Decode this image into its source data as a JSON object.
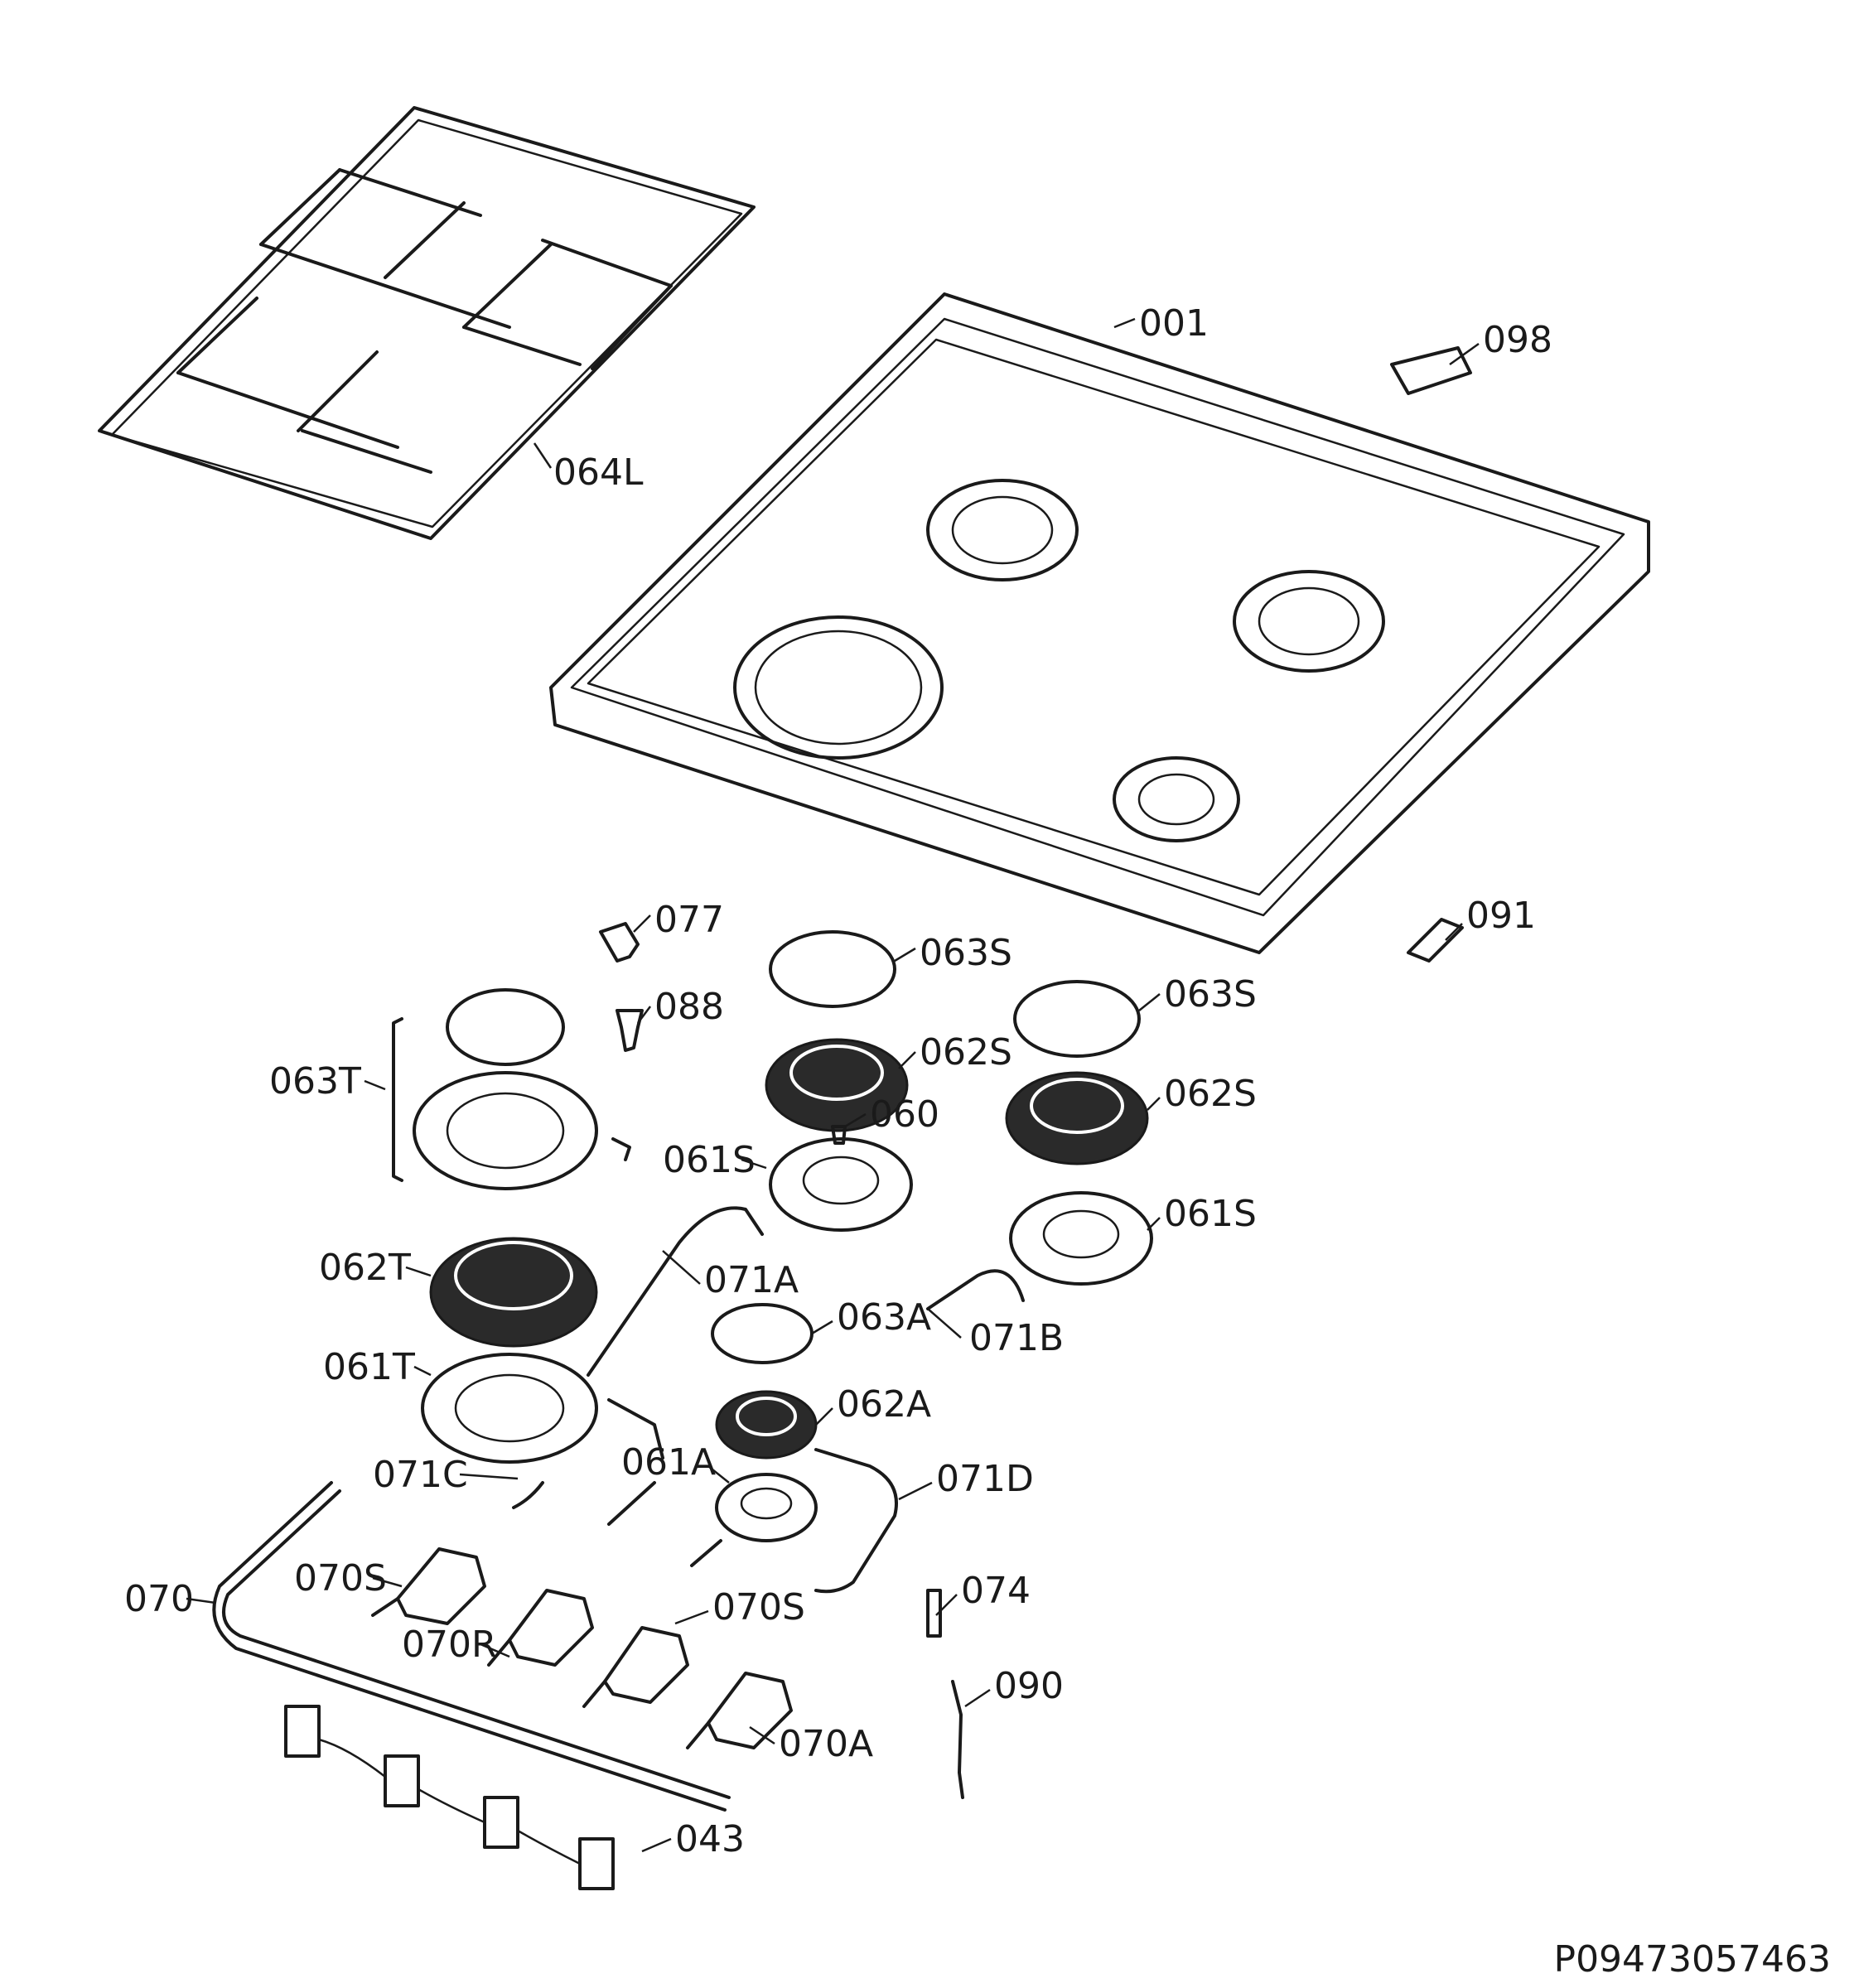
{
  "labels": {
    "p001": "001",
    "p098": "098",
    "p064L": "064L",
    "p091": "091",
    "p077": "077",
    "p063S_a": "063S",
    "p063S_b": "063S",
    "p088": "088",
    "p063T": "063T",
    "p062S_a": "062S",
    "p062S_b": "062S",
    "p060": "060",
    "p061S_a": "061S",
    "p061S_b": "061S",
    "p062T": "062T",
    "p071A": "071A",
    "p063A": "063A",
    "p071B": "071B",
    "p061T": "061T",
    "p062A": "062A",
    "p071C": "071C",
    "p061A": "061A",
    "p071D": "071D",
    "p070S_a": "070S",
    "p070": "070",
    "p070S_b": "070S",
    "p074": "074",
    "p070R": "070R",
    "p090": "090",
    "p070A": "070A",
    "p043": "043"
  },
  "drawing_id": "P09473057463"
}
